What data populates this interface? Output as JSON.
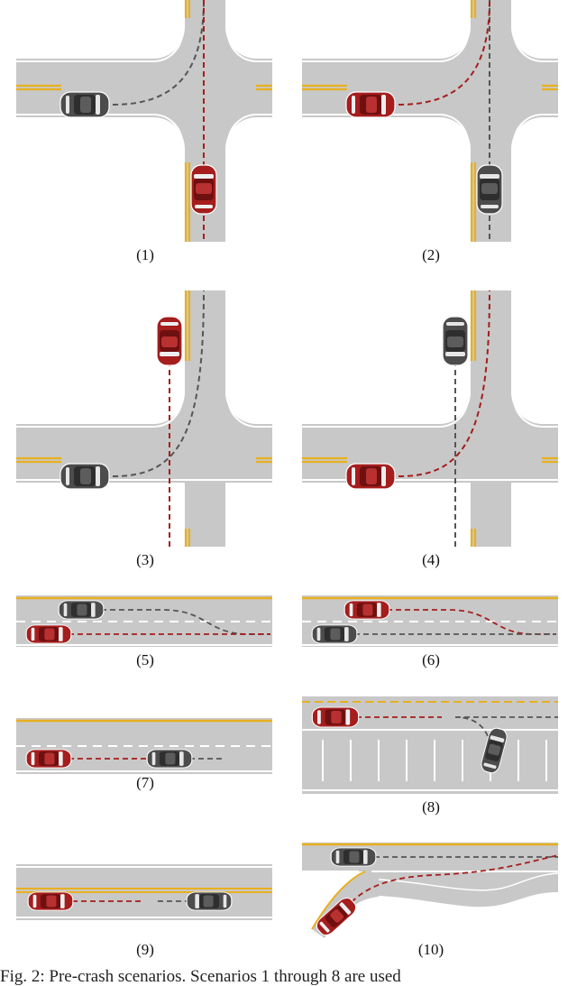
{
  "colors": {
    "road": "#c8c8c8",
    "road_edge": "#ffffff",
    "center_line": "#e8b020",
    "lane_dash": "#ffffff",
    "ego_vehicle": "#a51d1d",
    "other_vehicle": "#4c4c4c",
    "ego_path": "#a51d1d",
    "other_path": "#555555"
  },
  "icons": [
    "car-top-view-icon"
  ],
  "panels": [
    {
      "label": "(1)"
    },
    {
      "label": "(2)"
    },
    {
      "label": "(3)"
    },
    {
      "label": "(4)"
    },
    {
      "label": "(5)"
    },
    {
      "label": "(6)"
    },
    {
      "label": "(7)"
    },
    {
      "label": "(8)"
    },
    {
      "label": "(9)"
    },
    {
      "label": "(10)"
    }
  ],
  "caption": "Fig. 2: Pre-crash scenarios. Scenarios 1 through 8 are used"
}
